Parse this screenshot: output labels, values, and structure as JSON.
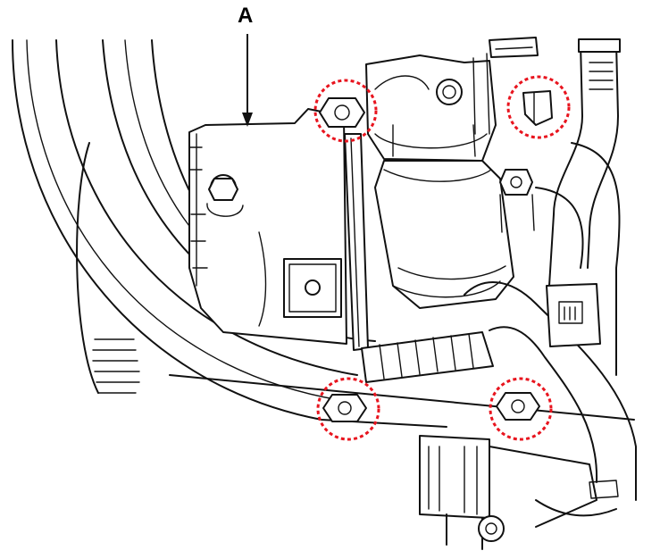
{
  "figure": {
    "callout_label": "A",
    "highlight_color": "#e8141e",
    "line_color": "#111111",
    "highlights": [
      {
        "name": "upper-left-bolt"
      },
      {
        "name": "upper-right-bolt"
      },
      {
        "name": "lower-left-bolt"
      },
      {
        "name": "lower-right-bolt"
      }
    ]
  }
}
